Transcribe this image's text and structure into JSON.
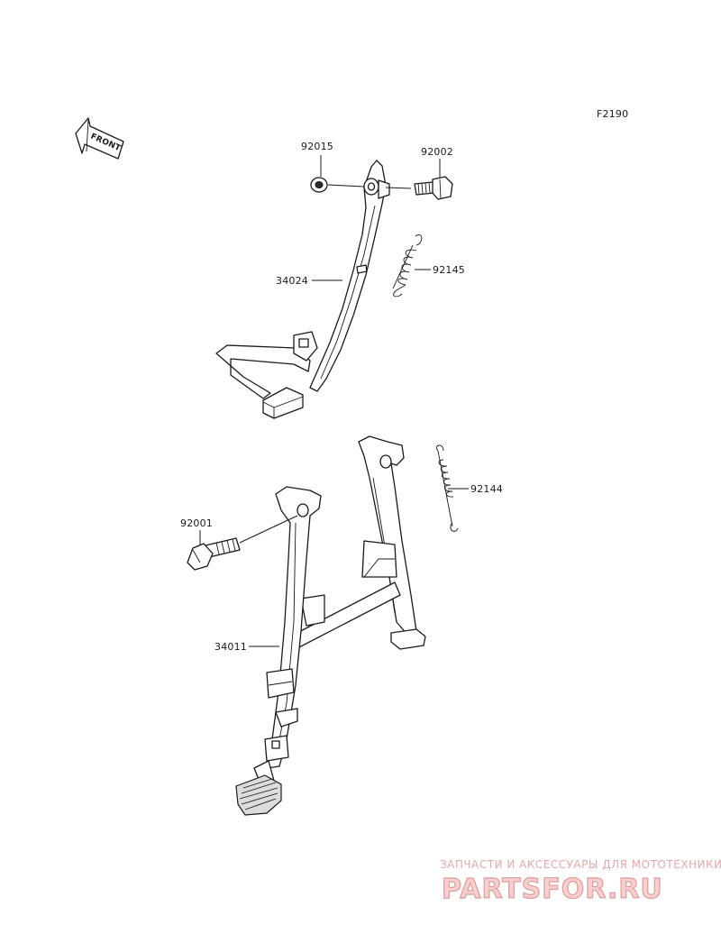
{
  "figure_code": "F2190",
  "front_label": "FRONT",
  "parts": [
    {
      "number": "92015"
    },
    {
      "number": "92002"
    },
    {
      "number": "92145"
    },
    {
      "number": "34024"
    },
    {
      "number": "92144"
    },
    {
      "number": "92001"
    },
    {
      "number": "34011"
    }
  ],
  "watermark": {
    "tagline": "ЗАПЧАСТИ И АКСЕССУАРЫ ДЛЯ МОТОТЕХНИКИ",
    "logo": "PARTSFOR.RU"
  }
}
